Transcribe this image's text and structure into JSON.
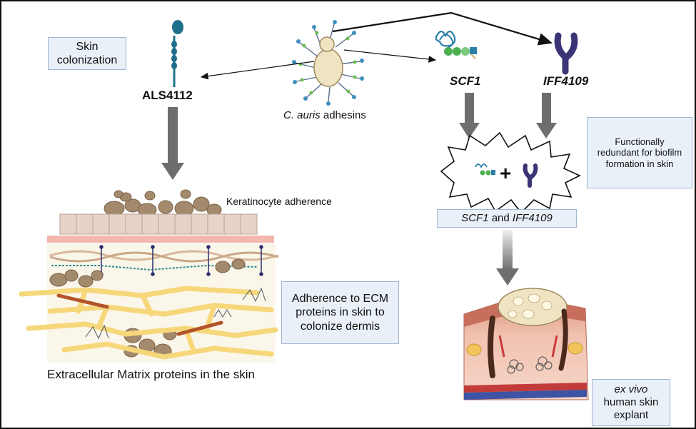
{
  "labels": {
    "skin_colonization": "Skin colonization",
    "als": "ALS4112",
    "adhesin_species": "C. auris",
    "adhesin_word": "adhesins",
    "scf1": "SCF1",
    "iff": "IFF4109",
    "keratinocyte": "Keratinocyte adherence",
    "functionally_redundant": "Functionally redundant for biofilm formation in skin",
    "combo_scf1": "SCF1",
    "combo_and": "and",
    "combo_iff": "IFF4109",
    "ecm_box": "Adherence to ECM proteins in skin to colonize dermis",
    "ecm_caption": "Extracellular Matrix proteins in the skin",
    "explant_italic": "ex vivo",
    "explant_rest": "human skin explant",
    "plus_sign": "+"
  },
  "colors": {
    "als_protein": "#1f6f8b",
    "iff_protein": "#3b3575",
    "scf_coil": "#2a7fa8",
    "scf_green": "#4caf50",
    "yeast_cell": "#f0e3c2",
    "fungal_cell": "#a48a6c",
    "arrow": "#6e6e6e",
    "box_fill": "#e9f0f8",
    "box_border": "#9fb6d3",
    "keratinocyte": "#e7d3c8",
    "collagen": "#f6d77a",
    "basement": "#f2b7ae"
  }
}
